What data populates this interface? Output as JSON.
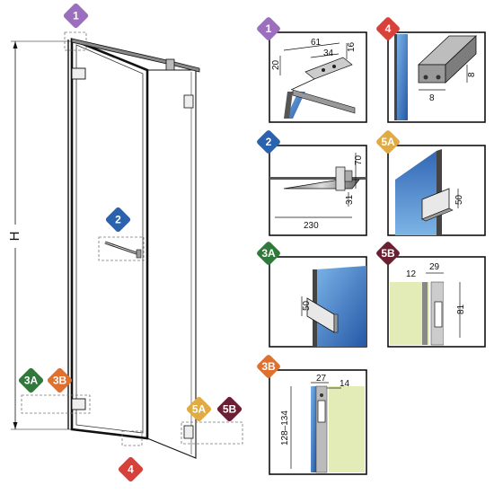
{
  "colors": {
    "purple": "#9b6fbd",
    "blue": "#2b62ad",
    "red": "#d8403a",
    "yellow": "#e0ab44",
    "green": "#2f7a3a",
    "orange": "#e0702e",
    "maroon": "#6b1f33",
    "glass": "#3b73b9",
    "wall": "#e3ebb6"
  },
  "overview": {
    "height_label": "H",
    "badges": [
      "1",
      "2",
      "3A",
      "3B",
      "4",
      "5A",
      "5B"
    ]
  },
  "details": {
    "d1": {
      "badge": "1",
      "dims": [
        "61",
        "34",
        "16",
        "20"
      ]
    },
    "d4": {
      "badge": "4",
      "dims": [
        "8",
        "8"
      ]
    },
    "d2": {
      "badge": "2",
      "dims": [
        "70",
        "230",
        "31"
      ]
    },
    "d5a": {
      "badge": "5A",
      "dims": [
        "50"
      ]
    },
    "d3a": {
      "badge": "3A",
      "dims": [
        "50"
      ]
    },
    "d5b": {
      "badge": "5B",
      "dims": [
        "12",
        "29",
        "81"
      ]
    },
    "d3b": {
      "badge": "3B",
      "dims": [
        "27",
        "14",
        "128–134"
      ]
    }
  }
}
